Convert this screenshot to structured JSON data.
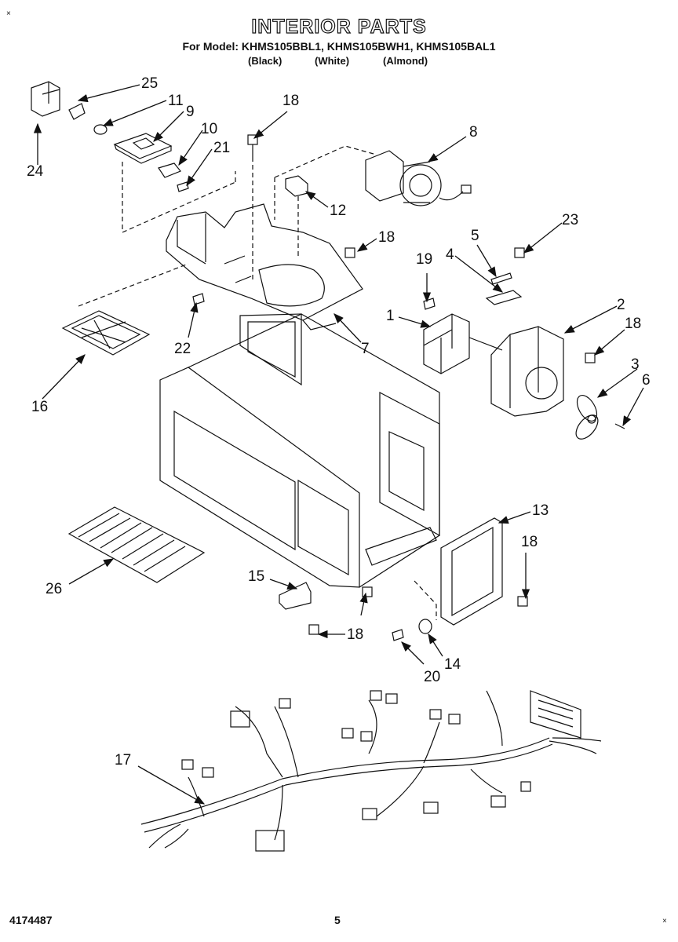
{
  "title": "INTERIOR PARTS",
  "model_line": "For Model: KHMS105BBL1, KHMS105BWH1, KHMS105BAL1",
  "colors": [
    "(Black)",
    "(White)",
    "(Almond)"
  ],
  "document_number": "4174487",
  "page_number": "5",
  "callouts": [
    "25",
    "11",
    "9",
    "10",
    "21",
    "24",
    "18",
    "8",
    "12",
    "18",
    "5",
    "23",
    "19",
    "4",
    "1",
    "2",
    "18",
    "3",
    "6",
    "22",
    "7",
    "16",
    "13",
    "18",
    "26",
    "15",
    "18",
    "20",
    "14",
    "17"
  ]
}
